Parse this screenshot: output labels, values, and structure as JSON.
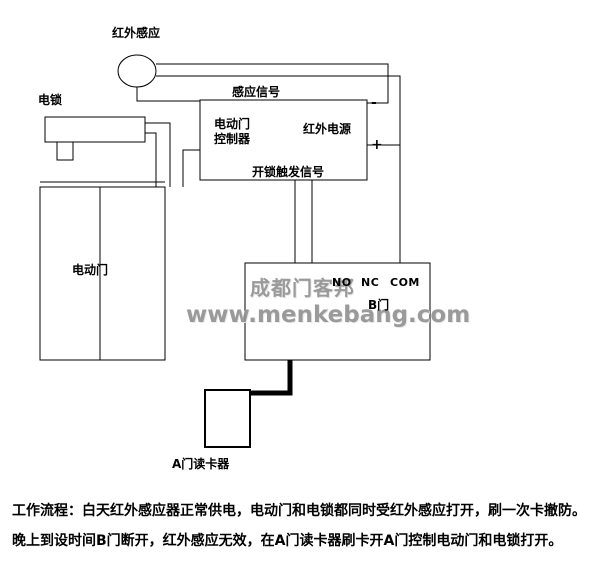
{
  "labels": {
    "sensor": "红外感应",
    "lock": "电锁",
    "signal": "感应信号",
    "controller_line1": "电动门",
    "controller_line2": "控制器",
    "ir_power": "红外电源",
    "minus": "-",
    "plus": "+",
    "unlock_signal": "开锁触发信号",
    "door": "电动门",
    "b_door": "B门",
    "reader": "A门读卡器"
  },
  "terminals": [
    "NO",
    "NC",
    "COM"
  ],
  "watermark": {
    "line1": "成都门客邦",
    "line2": "www.menkebang.com",
    "color": "#929292"
  },
  "workflow": {
    "line1": "工作流程：白天红外感应器正常供电，电动门和电锁都同时受红外感应打开，刷一次卡撤防。",
    "line2": "晚上到设时间B门断开，红外感应无效，在A门读卡器刷卡开A门控制电动门和电锁打开。"
  },
  "colors": {
    "line": "#000000",
    "background": "#ffffff",
    "thick_wire": "#000000"
  }
}
